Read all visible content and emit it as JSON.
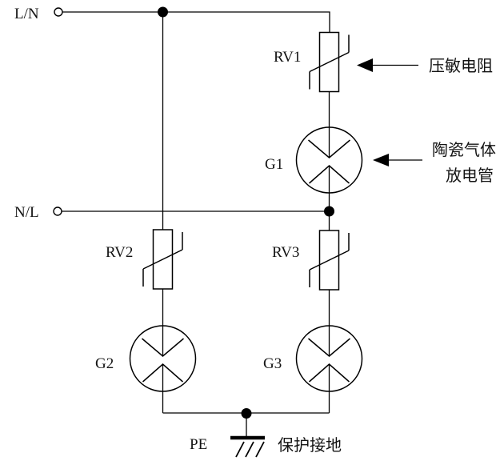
{
  "diagram": {
    "colors": {
      "line": "#000000",
      "text": "#141414",
      "background": "#ffffff"
    },
    "terminals": {
      "line_top": "L/N",
      "line_middle": "N/L"
    },
    "components": {
      "rv1": {
        "label": "RV1",
        "type": "varistor"
      },
      "rv2": {
        "label": "RV2",
        "type": "varistor"
      },
      "rv3": {
        "label": "RV3",
        "type": "varistor"
      },
      "g1": {
        "label": "G1",
        "type": "gas-discharge-tube"
      },
      "g2": {
        "label": "G2",
        "type": "gas-discharge-tube"
      },
      "g3": {
        "label": "G3",
        "type": "gas-discharge-tube"
      }
    },
    "ground": {
      "terminal_label": "PE",
      "name": "保护接地"
    },
    "callouts": {
      "varistor": "压敏电阻",
      "gdt_line1": "陶瓷气体",
      "gdt_line2": "放电管"
    }
  }
}
